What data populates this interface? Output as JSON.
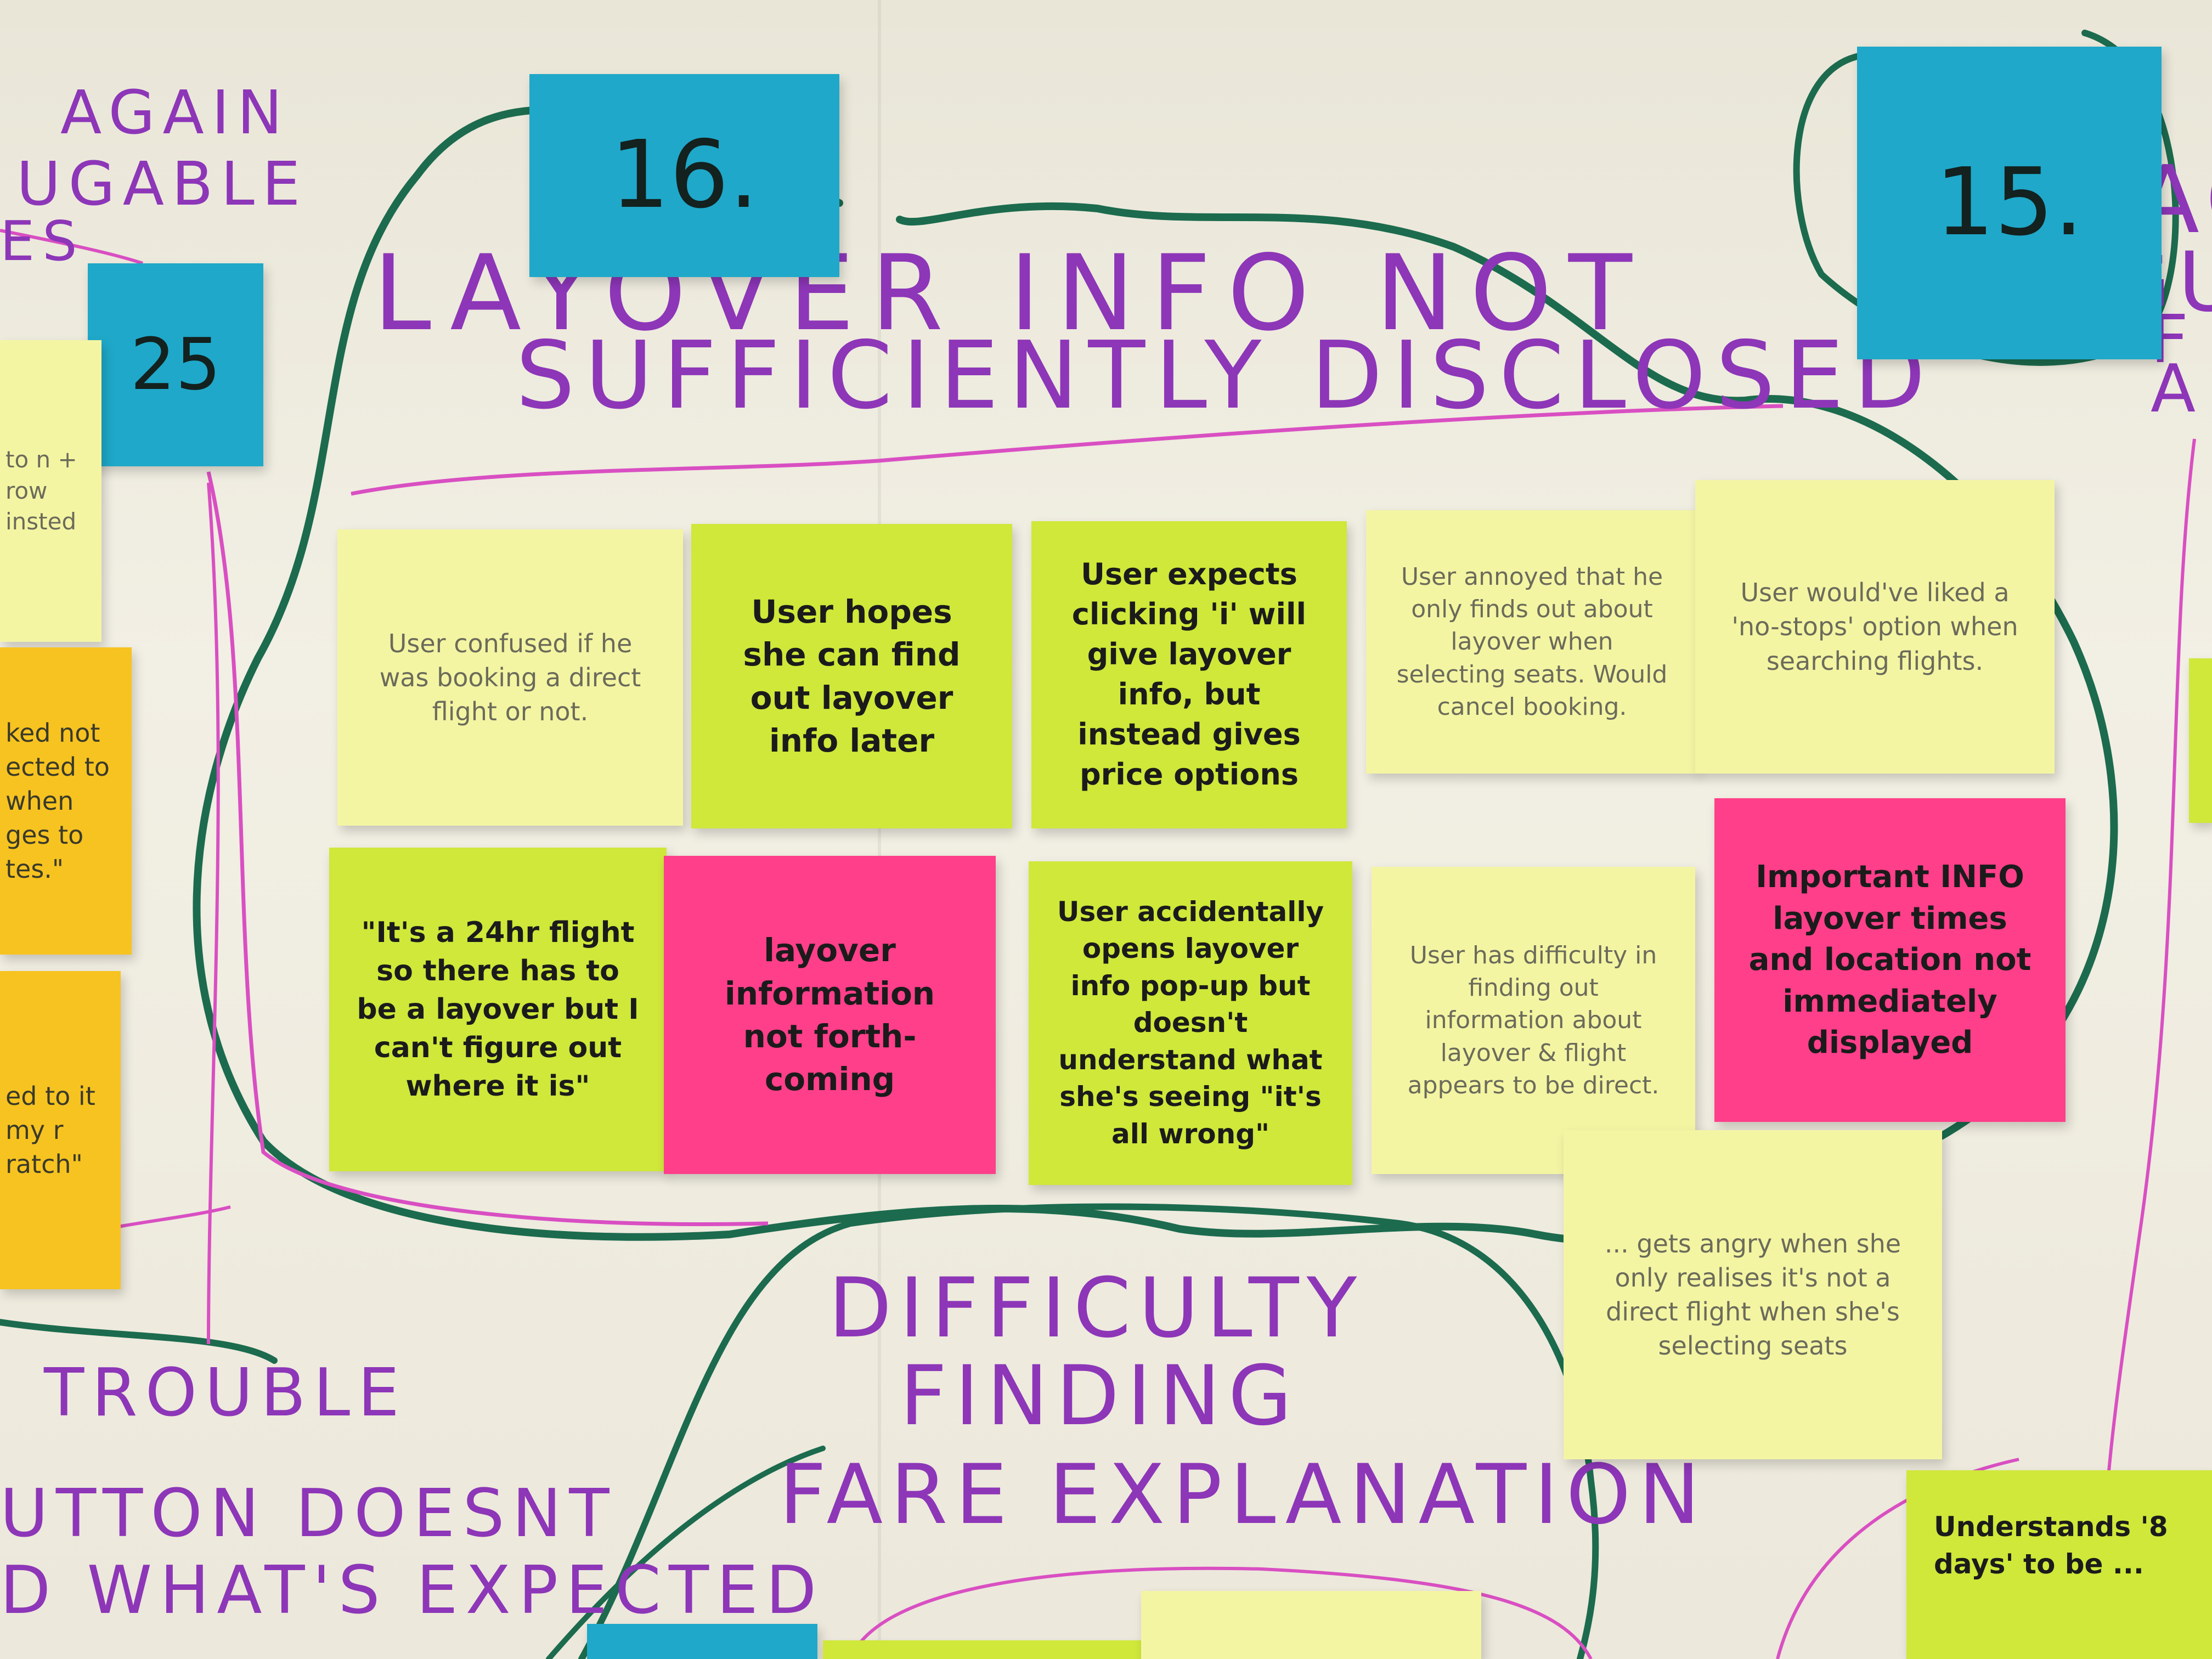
{
  "headings": {
    "main_line1": "LAYOVER INFO NOT",
    "main_line2": "SUFFICIENTLY DISCLOSED",
    "fare_line1": "DIFFICULTY",
    "fare_line2": "FINDING",
    "fare_line3": "FARE EXPLANATION",
    "trouble": "TROUBLE",
    "button_line1": "UTTON DOESNT",
    "button_line2": "D WHAT'S EXPECTED",
    "left_top_line1": "AGAIN",
    "left_top_line2": "UGABLE",
    "left_top_line3": "ES",
    "right_top_line1": "LAC",
    "right_top_line2": "GU",
    "right_top_line3": "F",
    "right_top_line4": "A"
  },
  "cluster_numbers": {
    "n16": "16.",
    "n15": "15.",
    "n25": "25"
  },
  "notes": {
    "r1c1": "User confused if he was booking a direct flight or not.",
    "r1c2": "User hopes she can find out layover info later",
    "r1c3": "User expects clicking 'i' will give layover info, but instead gives price options",
    "r1c4": "User annoyed that he only finds out about layover when selecting seats. Would cancel booking.",
    "r1c5": "User would've liked a 'no-stops' option when searching flights.",
    "r2c1": "\"It's a 24hr flight so there has to be a layover but I can't figure out where it is\"",
    "r2c2": "layover information not forth-coming",
    "r2c3": "User accidentally opens layover info pop-up but doesn't understand what she's seeing \"it's all wrong\"",
    "r2c4": "User has difficulty in finding out information about layover & flight appears to be direct.",
    "r2c5": "Important INFO layover times and location not immediately displayed",
    "r3c5": "... gets angry when she only realises it's not a direct flight when she's selecting seats",
    "bottom_right": "Understands '8 days' to be ..."
  },
  "left_notes": {
    "pale": "to n + row insted",
    "orange1": "ked not ected to when ges to tes.\"",
    "orange2": "ed to it my r ratch\""
  },
  "colors": {
    "board": "#f2efe4",
    "pale_yellow": "#f4f5a3",
    "lime": "#cfe83a",
    "pink": "#ff3f8a",
    "orange": "#f7c320",
    "cyan": "#1fa8c9",
    "marker_purple": "#8d36b8",
    "marker_green": "#1c6b4e",
    "marker_magenta": "#d94fc2"
  }
}
